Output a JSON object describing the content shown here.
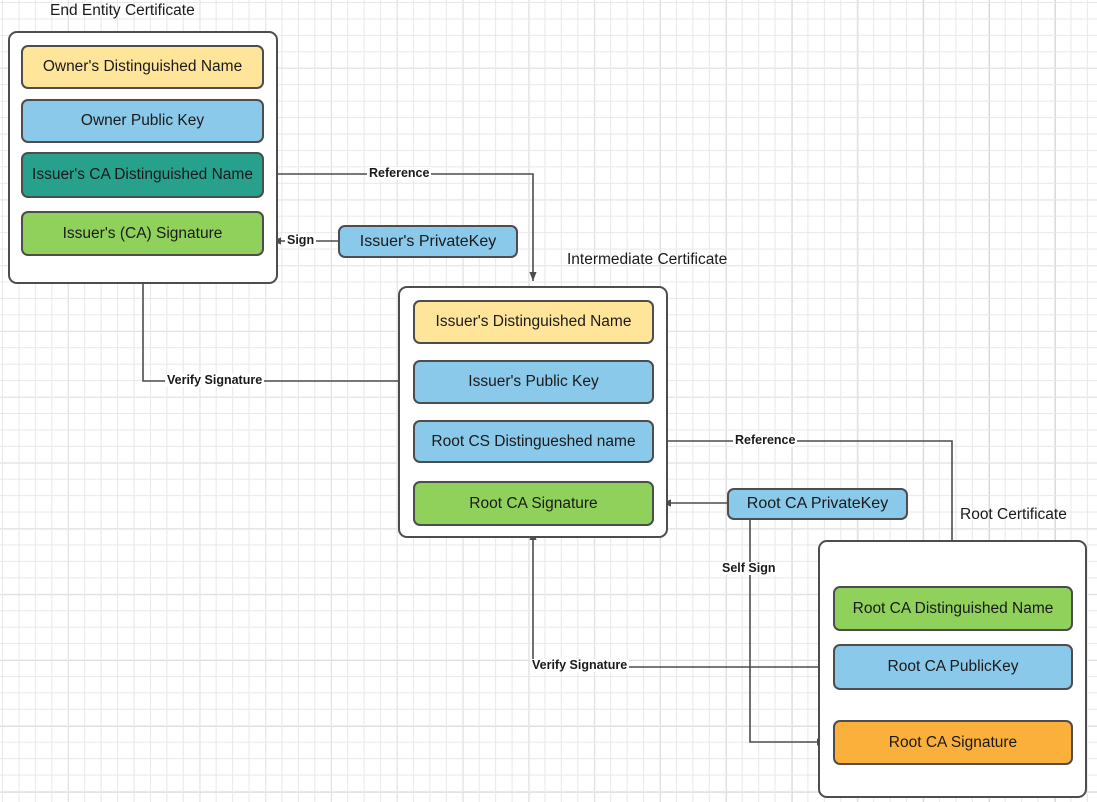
{
  "diagram": {
    "title_captions": {
      "end_entity": "End Entity Certificate",
      "intermediate": "Intermediate Certificate",
      "root": "Root Certificate"
    },
    "colors": {
      "yellow": "#ffe599",
      "blue": "#8ac9ea",
      "teal": "#27a08c",
      "green": "#8fd15a",
      "orange": "#fbb03b",
      "stroke": "#4d4d4d",
      "grid_minor": "#e8e8e8",
      "grid_major": "#d0d0d0"
    },
    "end_entity_certificate": {
      "rows": [
        {
          "label": "Owner's Distinguished Name",
          "color": "#ffe599"
        },
        {
          "label": "Owner Public  Key",
          "color": "#8ac9ea"
        },
        {
          "label": "Issuer's CA Distinguished Name",
          "color": "#27a08c"
        },
        {
          "label": "Issuer's (CA) Signature",
          "color": "#8fd15a"
        }
      ]
    },
    "intermediate_certificate": {
      "rows": [
        {
          "label": "Issuer's Distinguished Name",
          "color": "#ffe599"
        },
        {
          "label": "Issuer's Public  Key",
          "color": "#8ac9ea"
        },
        {
          "label": "Root CS Distingueshed name",
          "color": "#8ac9ea"
        },
        {
          "label": "Root CA Signature",
          "color": "#8fd15a"
        }
      ]
    },
    "root_certificate": {
      "rows": [
        {
          "label": "Root CA Distinguished Name",
          "color": "#8fd15a"
        },
        {
          "label": "Root CA PublicKey",
          "color": "#8ac9ea"
        },
        {
          "label": "Root CA Signature",
          "color": "#fbb03b"
        }
      ]
    },
    "keys": {
      "issuer_private_key": {
        "label": "Issuer's PrivateKey",
        "color": "#8ac9ea"
      },
      "root_ca_private_key": {
        "label": "Root CA PrivateKey",
        "color": "#8ac9ea"
      }
    },
    "edges": [
      {
        "id": "reference-top",
        "label": "Reference"
      },
      {
        "id": "sign-top",
        "label": "Sign"
      },
      {
        "id": "verify-signature-top",
        "label": "Verify Signature"
      },
      {
        "id": "reference-bottom",
        "label": "Reference"
      },
      {
        "id": "self-sign",
        "label": "Self Sign"
      },
      {
        "id": "verify-signature-bottom",
        "label": "Verify Signature"
      }
    ]
  }
}
